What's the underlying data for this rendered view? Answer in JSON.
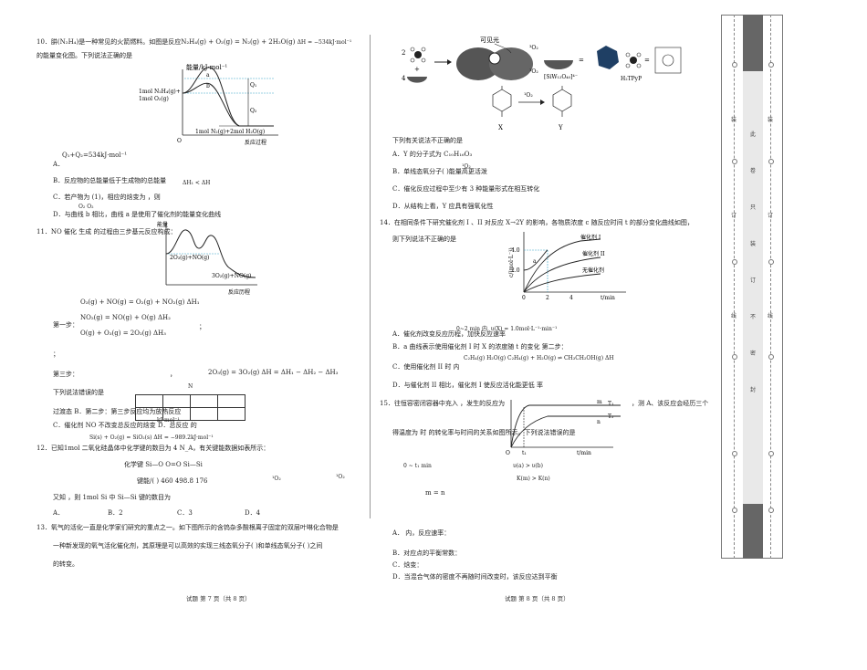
{
  "left": {
    "q10": {
      "stem_a": "10．肼(",
      "formula_n2h4": "N₂H₄",
      "stem_b": ")是一种常见的火箭燃料。如图是反应",
      "reaction": "N₂H₄(g) + O₂(g) = N₂(g) + 2H₂O(g)",
      "dh": "ΔH = −534kJ·mol⁻¹",
      "stem_c": "的能量变化图。下列说法正确的是",
      "chart": {
        "ylabel": "能量/kJ·mol⁻¹",
        "a_label": "a",
        "b_label": "b",
        "q1": "Q₁",
        "q2": "Q₂",
        "reactant": "1mol N₂H₄(g)+",
        "reactant2": "1mol O₂(g)",
        "product": "1mol N₂(g)+2mol H₂O(g)",
        "origin": "O",
        "xlabel": "反应过程"
      },
      "sum_line": "Q₁+Q₂=534kJ·mol⁻¹",
      "opt_a": "A．",
      "opt_b": "B．反应物的总能量低于生成物的总能量",
      "opt_b_extra": "ΔH₁ < ΔH",
      "opt_c": "C．若产物为        (1)，相应的焓变为        ，则",
      "opt_c_sub": "O₂       O₂",
      "opt_d": "D．与曲线 b 相比，曲线 a 是使用了催化剂的能量变化曲线"
    },
    "q11": {
      "stem": "11．NO 催化       生成        的过程由三步基元反应构成：",
      "chart": {
        "ylabel": "能量",
        "top": "2O₃(g)+NO(g)",
        "bottom": "3O₂(g)+NO(g)",
        "xlabel": "反应历程"
      },
      "eq1": "O₃(g) + NO(g) = O₂(g) + NO₂(g)   ΔH₁",
      "eq2": "NO₂(g) = NO(g) + O(g)   ΔH₂",
      "eq3": "O(g) + O₃(g) = 2O₂(g)   ΔH₃",
      "step1": "第一步：",
      "semicolon1": "；",
      "semicolon2": "；",
      "step3": "第三步：",
      "dot": "，",
      "eq_total": "2O₃(g) = 3O₂(g)    ΔH = ΔH₁ − ΔH₂ − ΔH₃",
      "na": "N",
      "question": "下列说法错误的是",
      "opt_ab": "过渡态              B．第二步：第三步反应均为放热反应",
      "opt_cd": "C．催化剂 NO 不改变总反应的焓变     D．总反应                    的",
      "extra_eq": "Si(s) + O₂(g) = SiO₂(s)   ΔH = −989.2kJ·mol⁻¹",
      "kj": "kJ·mol⁻¹"
    },
    "q12": {
      "stem": "12．已知1mol 二氧化硅晶体中化学键的数目为 4 N_A，有关键能数据如表所示：",
      "header": "化学键            Si—O      O=O      Si—Si",
      "row": "键能/(        )      460       498.8     176",
      "cond": "又知                                          ，则 1mol Si 中  Si—Si 键的数目为",
      "o2a": "¹O₂",
      "o2b": "¹O₂",
      "options": [
        "A．",
        "B．2",
        "C．3",
        "D．4"
      ]
    },
    "q13": {
      "line1": "13．氧气的活化一直是化学家们研究的重点之一。如下图所示的含钨杂多酸根离子固定的双层叶啉化合物是",
      "line2": "一种新发现的氧气活化催化剂，其原理是可以高效的实现三线态氧分子(     )和单线态氧分子(     )之间",
      "line3": "的转变。"
    },
    "footer": "试题  第 7 页（共 8 页）"
  },
  "right": {
    "fig13": {
      "num2": "2",
      "num4": "4",
      "plus": "+",
      "light": "可见光",
      "o3a": "³O₂",
      "o1a": "¹O₂",
      "eq": "=",
      "siw": "[SiW₁₂O₄₀]⁴⁻",
      "h2tpyp": "H₂TPyP",
      "o1b": "¹O₂",
      "x": "X",
      "y": "Y"
    },
    "q13opts": {
      "question": "下列有关说法不正确的是",
      "a": "A．Y 的分子式为 C₁₀H₁₆O₃",
      "b": "B．单线态氧分子(    )能量高更活泼",
      "b_sup": "¹O₂",
      "c": "C．催化反应过程中至少有 3 种能量形式在相互转化",
      "d": "D．从结构上看，Y 应具有强氧化性"
    },
    "q14": {
      "stem1": "14．在相同条件下研究催化剂 I 、II 对反应  X→2Y 的影响，各物质浓度 c 随反应时间  t 的部分变化曲线如图，",
      "stem2": "则下列说法不正确的是",
      "chart": {
        "ylabel": "c/(mol·L⁻¹)",
        "xlabel": "t/min",
        "yticks": [
          "4.0",
          "2.0"
        ],
        "xticks": [
          "0",
          "2",
          "4"
        ],
        "series": [
          "催化剂 I",
          "催化剂 II",
          "无催化剂"
        ],
        "a": "a"
      },
      "opt_a": "A．催化剂改变反应历程，加快反应速率",
      "rate": "0~2 min 内, υ(X) = 1.0mol·L⁻¹·min⁻¹",
      "opt_b": "B．a 曲线表示使用催化剂 I 时  X 的浓度随  t 的变化  第二步：",
      "eq_b": "C₂H₄(g)   H₂O(g)        C₂H₄(g) + H₂O(g) ⇌ CH₃CH₂OH(g)   ΔH",
      "opt_c": "C．使用催化剂 II 时          内",
      "opt_d": "D．与催化剂 II 相比，催化剂 I 使反应活化能更低         率"
    },
    "q15": {
      "stem": "15．往恒容密闭容器中充入                    ，发生的反应为",
      "stem_end": "，测 A、该反应会经历三个",
      "stem2": "得温度为          时                    的转化率与时间的关系如图所示。下列说法错误的是",
      "chart": {
        "t1": "T₁",
        "t2": "T₂",
        "m": "m",
        "n": "n",
        "origin": "O",
        "tt": "t₁",
        "xlabel": "t/min"
      },
      "range": "0 ~ t₁ min",
      "v": "υ(a) > υ(b)",
      "k": "K(m) > K(n)",
      "mn": "m = n",
      "opt_a": "A．               内，反应速率：",
      "opt_b": "B．对应点的平衡常数：",
      "opt_c": "C．焓变：",
      "opt_d": "D．当混合气体的密度不再随时间改变时，该反应达到平衡"
    },
    "footer": "试题  第 8 页（共 8 页）"
  },
  "binding": {
    "chars": [
      "此",
      "卷",
      "只",
      "装",
      "订",
      "不",
      "密",
      "封"
    ],
    "outer_chars": [
      "装",
      "订",
      "线"
    ]
  }
}
